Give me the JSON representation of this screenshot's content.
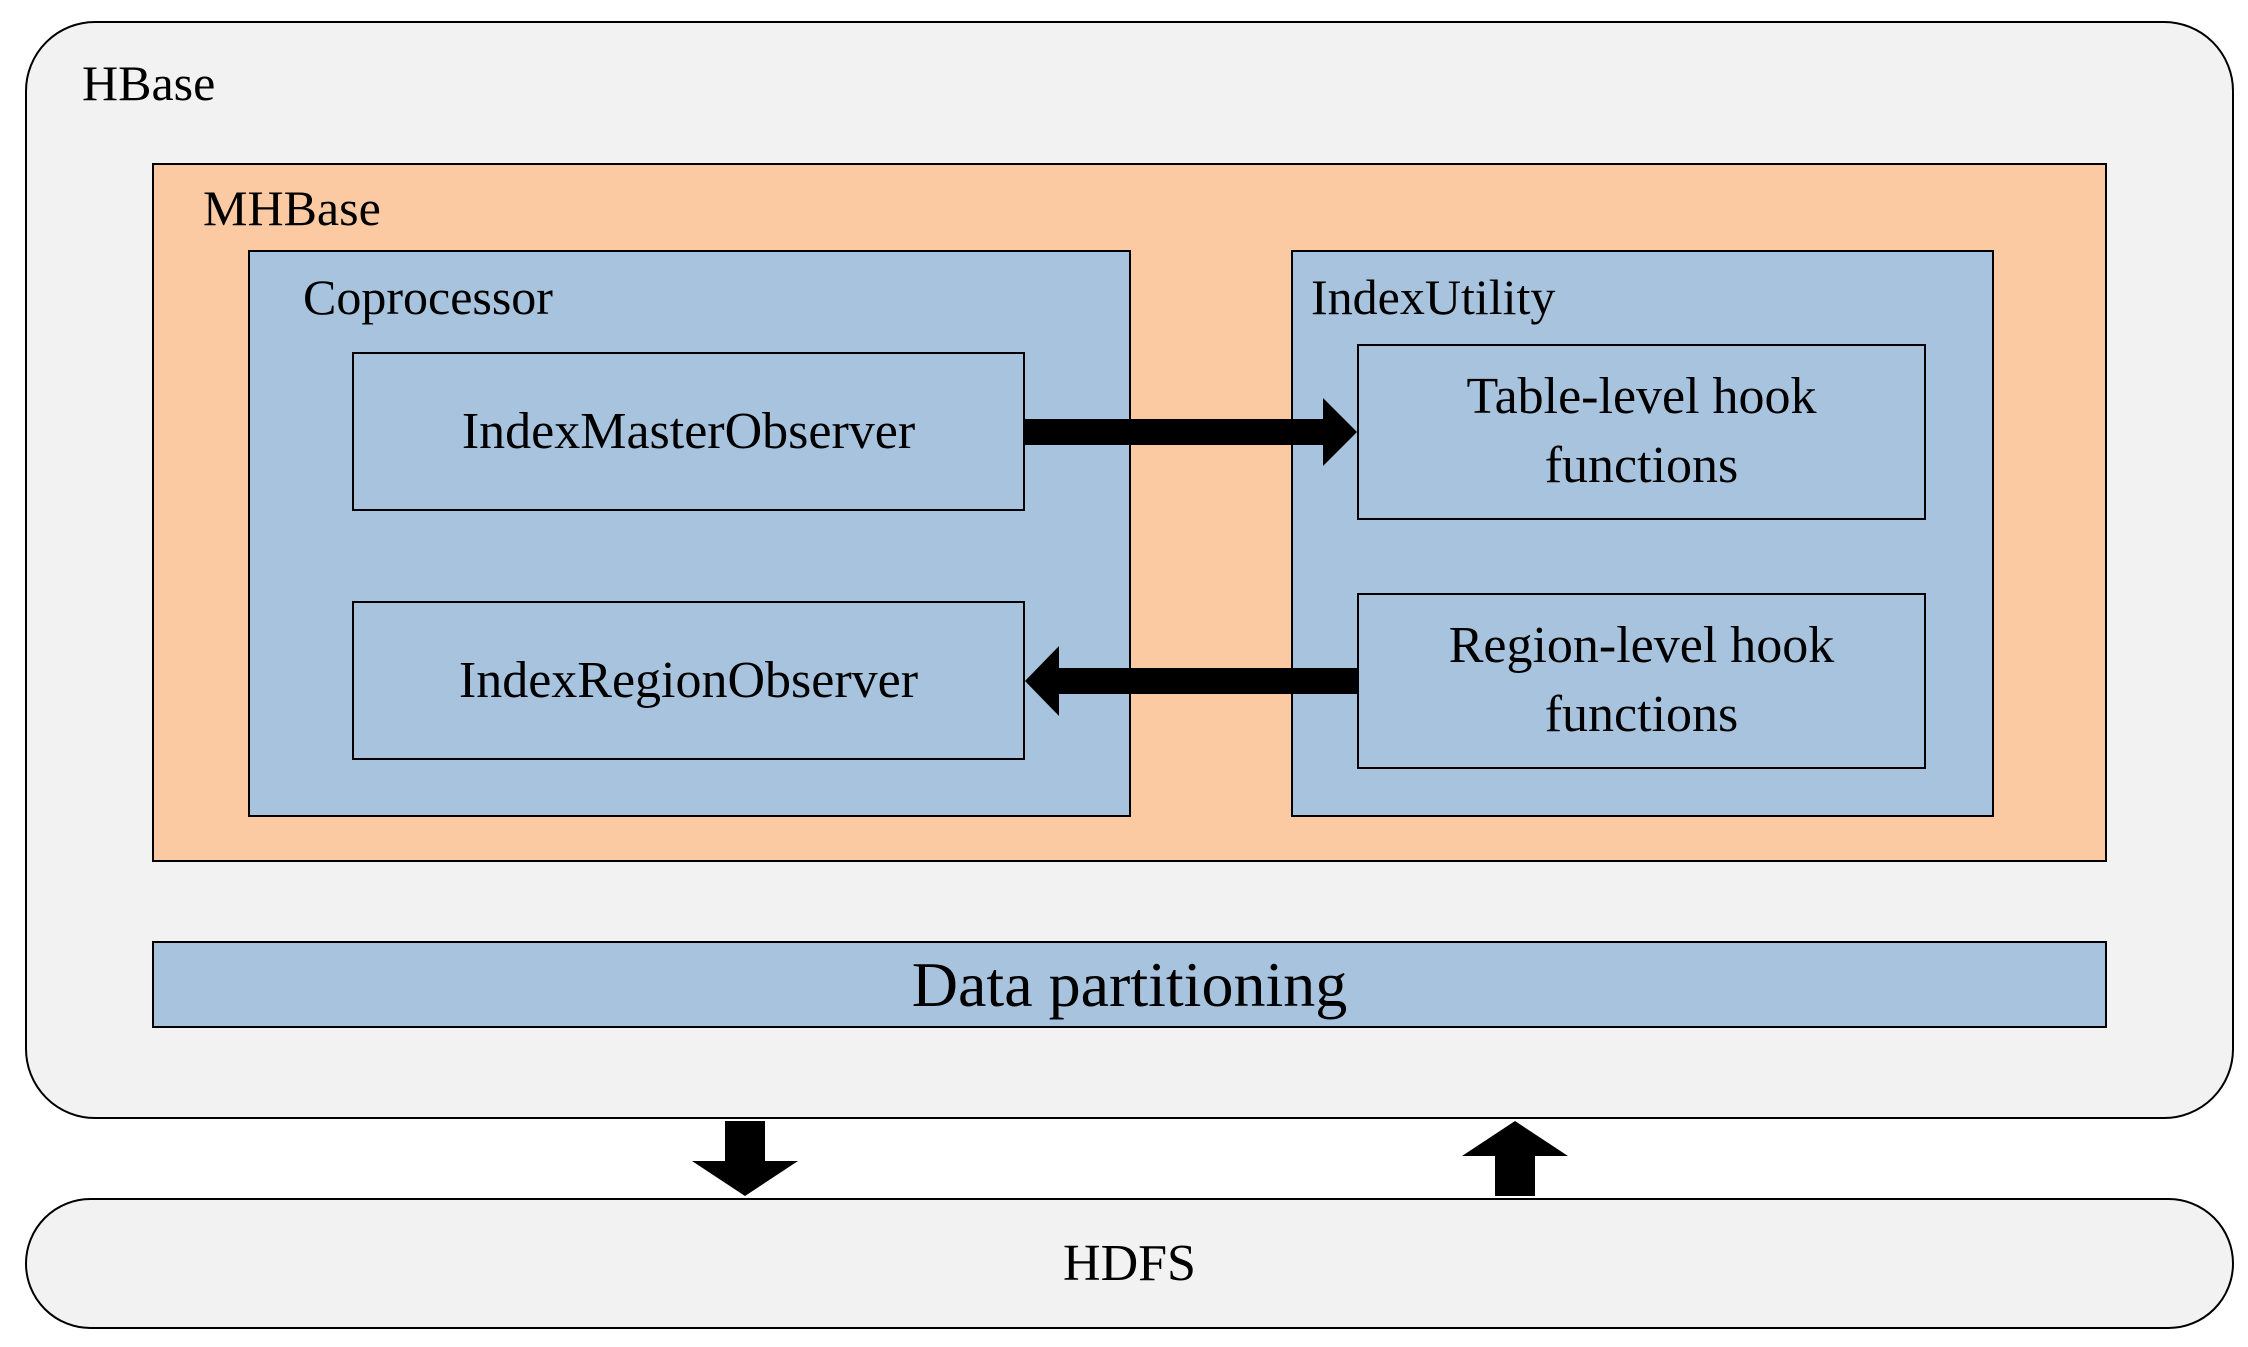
{
  "hbase": {
    "label": "HBase",
    "fill": "#f2f2f2"
  },
  "mhbase": {
    "label": "MHBase",
    "fill": "#fbcaa3"
  },
  "coprocessor": {
    "label": "Coprocessor",
    "master_observer": "IndexMasterObserver",
    "region_observer": "IndexRegionObserver"
  },
  "index_utility": {
    "label": "IndexUtility",
    "table_hooks": "Table-level hook\nfunctions",
    "region_hooks": "Region-level hook\nfunctions"
  },
  "data_partitioning": {
    "label": "Data partitioning"
  },
  "hdfs": {
    "label": "HDFS"
  },
  "colors": {
    "blue_fill": "#a8c3dd",
    "outline": "#000000"
  }
}
